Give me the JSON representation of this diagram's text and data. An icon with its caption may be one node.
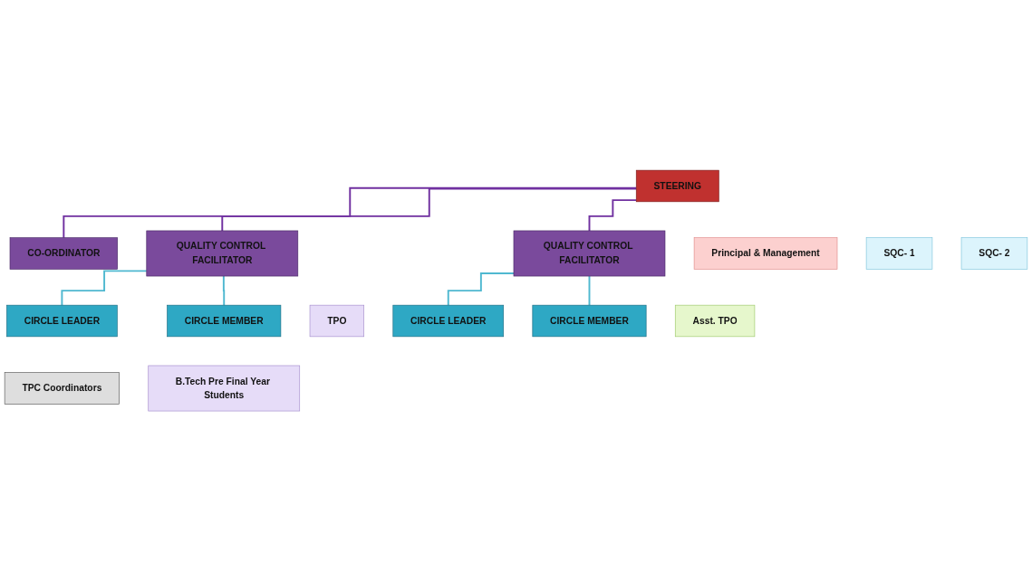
{
  "diagram": {
    "nodes": [
      {
        "text": [
          "STEERING"
        ]
      },
      {
        "text": [
          "Principal & Management"
        ]
      },
      {
        "text": [
          "CO-ORDINATOR"
        ]
      },
      {
        "text": [
          "SQC- 1"
        ]
      },
      {
        "text": [
          "SQC- 2"
        ]
      },
      {
        "text": [
          "QUALITY CONTROL FACILITATOR"
        ]
      },
      {
        "text": [
          "TPO"
        ]
      },
      {
        "text": [
          "Asst. TPO"
        ]
      },
      {
        "text": [
          "QUALITY CONTROL FACILITATOR"
        ]
      },
      {
        "text": [
          "CIRCLE LEADER"
        ]
      },
      {
        "text": [
          "TPC Coordinators"
        ]
      },
      {
        "text": [
          "CIRCLE LEADER"
        ]
      },
      {
        "text": [
          "CIRCLE MEMBER"
        ]
      },
      {
        "text": [
          "B.Tech Pre Final Year Students"
        ]
      },
      {
        "text": [
          "CIRCLE MEMBER"
        ]
      }
    ],
    "edges": [
      {
        "from": 0,
        "to": 2,
        "arrow": "none",
        "color": "#7030a0"
      },
      {
        "from": 0,
        "to": 5,
        "arrow": "none",
        "color": "#7030a0"
      },
      {
        "from": 0,
        "to": 8,
        "arrow": "none",
        "color": "#7030a0"
      },
      {
        "from": 5,
        "to": 9,
        "arrow": "none"
      },
      {
        "from": 5,
        "to": 12,
        "arrow": "none"
      },
      {
        "from": 8,
        "to": 11,
        "arrow": "none"
      },
      {
        "from": 8,
        "to": 14,
        "arrow": "none"
      }
    ]
  }
}
